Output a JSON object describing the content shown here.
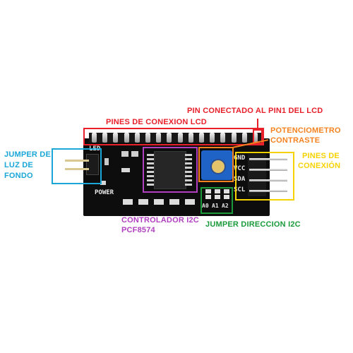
{
  "annotations": {
    "pin1_label": "PIN CONECTADO AL PIN1 DEL LCD",
    "lcd_pins_label": "PINES DE CONEXION LCD",
    "potentiometer_line1": "POTENCIOMETRO",
    "potentiometer_line2": "CONTRASTE",
    "connection_pins_line1": "PINES DE",
    "connection_pins_line2": "CONEXIÓN",
    "backlight_line1": "JUMPER DE",
    "backlight_line2": "LUZ DE",
    "backlight_line3": "FONDO",
    "controller_line1": "CONTROLADOR I2C",
    "controller_line2": "PCF8574",
    "address_jumper_label": "JUMPER DIRECCION I2C"
  },
  "board": {
    "led_label": "LED",
    "power_label": "POWER",
    "pins": [
      "GND",
      "VCC",
      "SDA",
      "SCL"
    ],
    "address_labels": [
      "A0",
      "A1",
      "A2"
    ]
  },
  "colors": {
    "red": "#e8202a",
    "orange": "#f5821f",
    "yellow": "#f6d200",
    "cyan": "#1aa7d8",
    "purple": "#b040c0",
    "green": "#1a9a3a",
    "pcb": "#0d0d0d"
  }
}
